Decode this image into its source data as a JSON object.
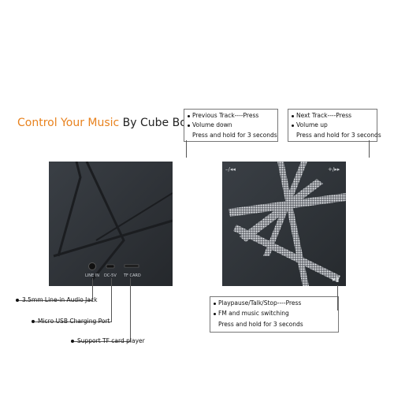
{
  "title": {
    "accent": "Control Your Music",
    "rest": " By Cube Box"
  },
  "prev_callout": {
    "line1": "Previous Track----Press",
    "line2": "Volume down",
    "line3": "Press and hold for 3 seconds"
  },
  "next_callout": {
    "line1": "Next Track----Press",
    "line2": "Volume up",
    "line3": "Press and hold for 3 seconds"
  },
  "play_callout": {
    "line1": "Playpause/Talk/Stop----Press",
    "line2": "FM and music switching",
    "line3": "Press and hold for 3 seconds"
  },
  "ports": {
    "line_in": "LINE IN",
    "dc": "DC-5V",
    "tf": "TF CARD"
  },
  "features": [
    "3.5mm Line-in Audio Jack",
    "Micro USB Charging Port",
    "Support TF card player"
  ],
  "button_glyphs": {
    "prev": "–/◂◂",
    "next": "+/▸▸",
    "play": "▸▮"
  },
  "colors": {
    "accent": "#e8821e",
    "cube": "#2f3338"
  }
}
